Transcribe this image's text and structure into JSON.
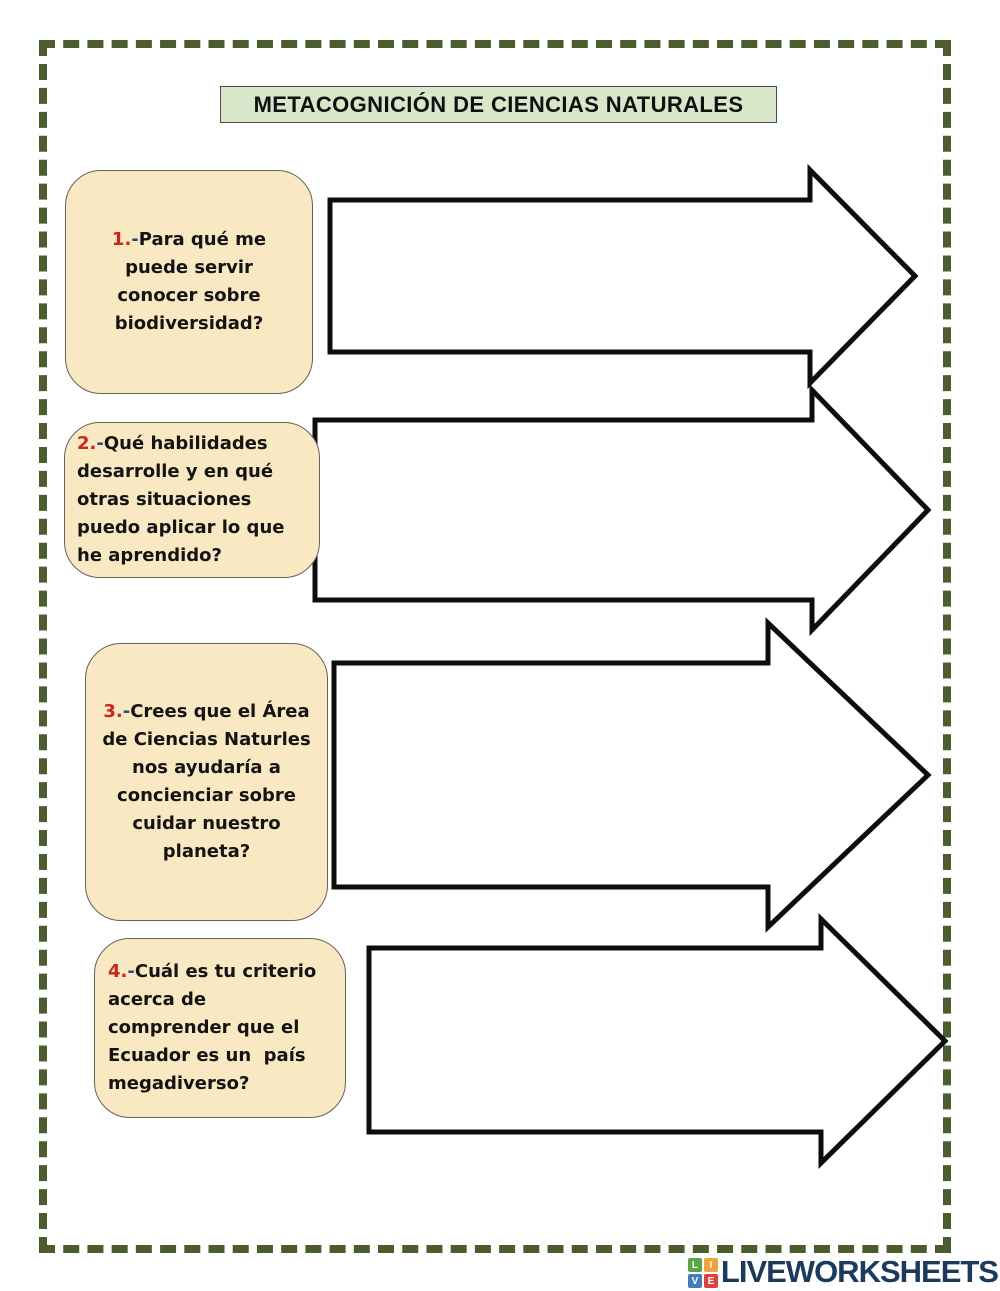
{
  "title": {
    "text": "METACOGNICIÓN DE CIENCIAS NATURALES"
  },
  "questions": [
    {
      "number": "1.",
      "dash": "-",
      "text": "Para qué me puede servir conocer sobre biodiversidad?"
    },
    {
      "number": "2.",
      "dash": "-",
      "text": "Qué habilidades desarrolle y en qué otras situaciones puedo aplicar lo que he aprendido?"
    },
    {
      "number": "3.",
      "dash": "-",
      "text": "Crees que el Área de Ciencias Naturles nos ayudaría a concienciar sobre cuidar nuestro planeta?"
    },
    {
      "number": "4.",
      "dash": "-",
      "text": "Cuál es tu criterio acerca de comprender que el Ecuador es un  país megadiverso?"
    }
  ],
  "answer_arrows": [
    {
      "name": "answer-arrow-1",
      "value": ""
    },
    {
      "name": "answer-arrow-2",
      "value": ""
    },
    {
      "name": "answer-arrow-3",
      "value": ""
    },
    {
      "name": "answer-arrow-4",
      "value": ""
    }
  ],
  "footer": {
    "brand": "LIVEWORKSHEETS",
    "icon_squares": [
      {
        "letter": "L",
        "color": "#58a746"
      },
      {
        "letter": "I",
        "color": "#f2a13b"
      },
      {
        "letter": "V",
        "color": "#3f7ec2"
      },
      {
        "letter": "E",
        "color": "#e04038"
      }
    ]
  },
  "colors": {
    "page_border": "#4b5c2d",
    "title_bg": "#d8e6ca",
    "question_box_bg": "#f8e9c2",
    "question_number": "#cc2418",
    "question_dash": "#33487a",
    "arrow_outline": "#0d0d0d",
    "brand_text": "#1b3b5e"
  }
}
